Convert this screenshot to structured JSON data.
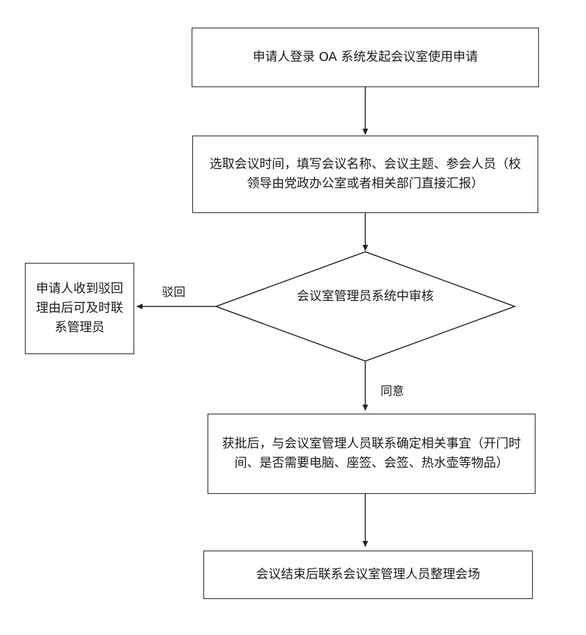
{
  "nodes": {
    "start": "申请人登录 OA 系统发起会议室使用申请",
    "select": "选取会议时间，填写会议名称、会议主题、参会人员（校领导由党政办公室或者相关部门直接汇报）",
    "review": "会议室管理员系统中审核",
    "reject_note": "申请人收到驳回理由后可及时联系管理员",
    "approved": "获批后，与会议室管理人员联系确定相关事宜（开门时间、是否需要电脑、座签、会签、热水壶等物品）",
    "end": "会议结束后联系会议室管理人员整理会场"
  },
  "edges": {
    "reject_label": "驳回",
    "agree_label": "同意"
  }
}
